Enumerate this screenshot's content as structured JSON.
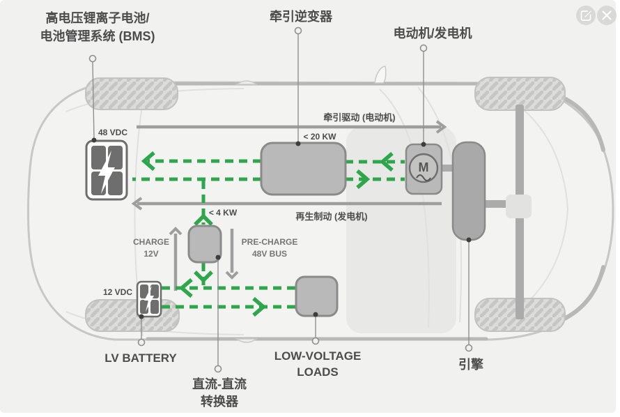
{
  "colors": {
    "background": "#f1f1f0",
    "bus_green": "#2ea64b",
    "arrow_gray": "#9e9e9e",
    "component_fill": "#b9b9b9",
    "component_stroke": "#8a8a8a",
    "engine_fill": "#a9a9a9",
    "battery_cell": "#6e6e6e",
    "text_dark": "#4c4c4c",
    "text_gray": "#757575",
    "icon_button_bg": "#d9d9d8"
  },
  "toolbar": {
    "edit_icon": "edit",
    "close_icon": "close"
  },
  "callouts": {
    "hv_battery": {
      "line1": "高电压锂离子电池/",
      "line2": "电池管理系统 (BMS)"
    },
    "traction_inverter": {
      "label": "牵引逆变器"
    },
    "motor_generator": {
      "label": "电动机/发电机"
    },
    "engine": {
      "label": "引擎"
    },
    "lv_battery": {
      "label": "LV BATTERY"
    },
    "dcdc_converter": {
      "line1": "直流-直流",
      "line2": "转换器"
    },
    "low_voltage_loads": {
      "line1": "LOW-VOLTAGE",
      "line2": "LOADS"
    }
  },
  "annotations": {
    "hv_voltage": "48 VDC",
    "lv_voltage": "12 VDC",
    "traction_drive": "牵引驱动 (电动机)",
    "traction_power": "< 20 KW",
    "regen_braking": "再生制动 (发电机)",
    "regen_power": "< 4 KW",
    "charge_line1": "CHARGE",
    "charge_line2": "12V",
    "precharge_line1": "PRE-CHARGE",
    "precharge_line2": "48V BUS",
    "motor_symbol": "M"
  }
}
